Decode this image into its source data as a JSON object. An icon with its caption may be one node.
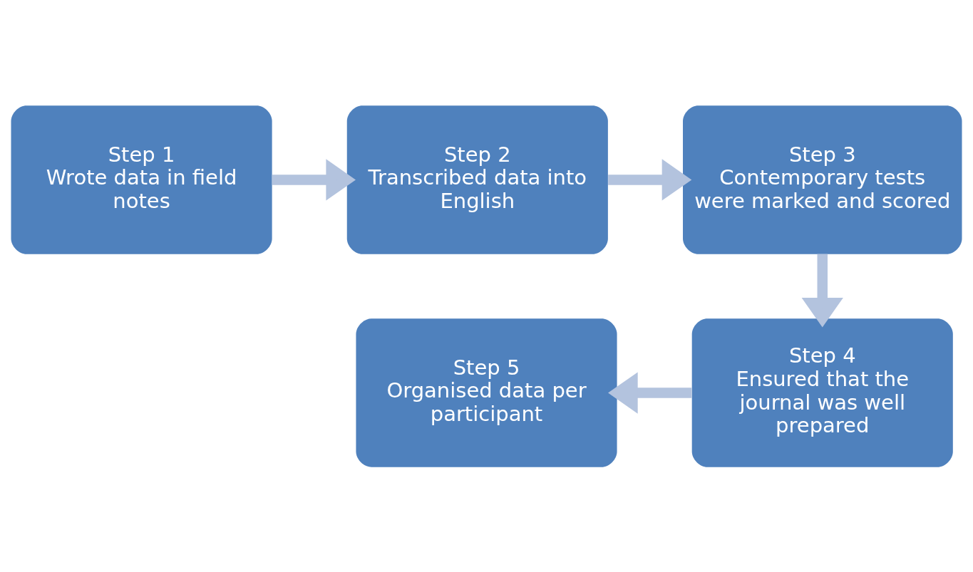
{
  "diagram": {
    "nodes": [
      {
        "text": [
          "Step 1",
          "Wrote data in field notes"
        ]
      },
      {
        "text": [
          "Step 2",
          "Transcribed data into English"
        ]
      },
      {
        "text": [
          "Step 3",
          "Contemporary tests were marked and scored"
        ]
      },
      {
        "text": [
          "Step 4",
          "Ensured that the journal was well prepared"
        ]
      },
      {
        "text": [
          "Step 5",
          "Organised data per participant"
        ]
      }
    ],
    "edges": [
      {
        "from": 0,
        "to": 1,
        "arrow": "to"
      },
      {
        "from": 1,
        "to": 2,
        "arrow": "to"
      },
      {
        "from": 2,
        "to": 3,
        "arrow": "to"
      },
      {
        "from": 3,
        "to": 4,
        "arrow": "to"
      }
    ]
  }
}
